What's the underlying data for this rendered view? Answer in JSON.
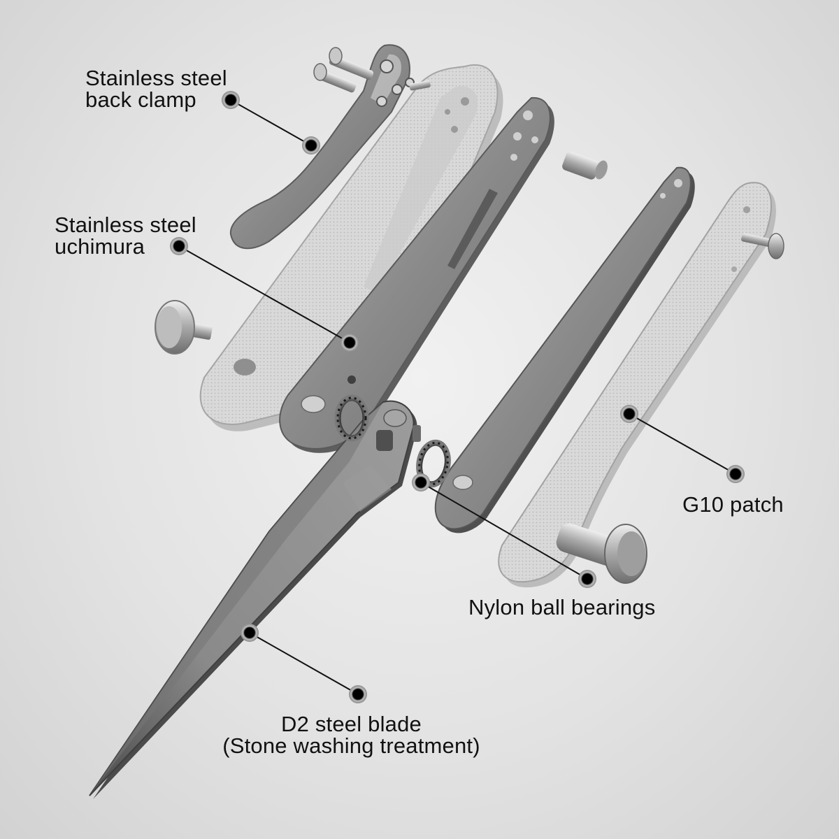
{
  "colors": {
    "background": "#e3e3e3",
    "text": "#111111",
    "leader_line": "#111111",
    "steel": "#8d8d8d",
    "g10": "#dcdcdc"
  },
  "callouts": [
    {
      "id": "back-clamp",
      "lines": [
        "Stainless steel",
        "back clamp"
      ]
    },
    {
      "id": "uchimura",
      "lines": [
        "Stainless steel",
        "uchimura"
      ]
    },
    {
      "id": "g10-patch",
      "lines": [
        "G10 patch"
      ]
    },
    {
      "id": "ball-bearings",
      "lines": [
        "Nylon ball bearings"
      ]
    },
    {
      "id": "blade",
      "lines": [
        "D2 steel blade",
        "(Stone washing treatment)"
      ]
    }
  ]
}
